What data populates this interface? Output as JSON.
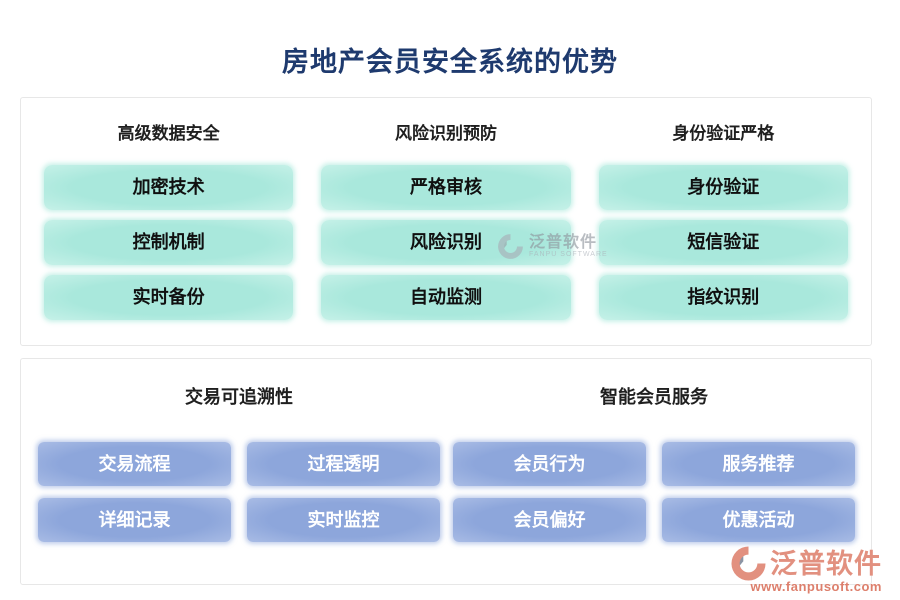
{
  "title": "房地产会员安全系统的优势",
  "top_panel": {
    "columns": [
      {
        "header": "高级数据安全",
        "items": [
          "加密技术",
          "控制机制",
          "实时备份"
        ]
      },
      {
        "header": "风险识别预防",
        "items": [
          "严格审核",
          "风险识别",
          "自动监测"
        ]
      },
      {
        "header": "身份验证严格",
        "items": [
          "身份验证",
          "短信验证",
          "指纹识别"
        ]
      }
    ]
  },
  "bottom_panel": {
    "sections": [
      {
        "header": "交易可追溯性",
        "items": [
          "交易流程",
          "过程透明",
          "详细记录",
          "实时监控"
        ]
      },
      {
        "header": "智能会员服务",
        "items": [
          "会员行为",
          "服务推荐",
          "会员偏好",
          "优惠活动"
        ]
      }
    ]
  },
  "watermark_center": {
    "brand": "泛普软件",
    "sub": "FANPU SOFTWARE"
  },
  "watermark_corner": {
    "brand": "泛普软件",
    "url": "www.fanpusoft.com"
  },
  "colors": {
    "title_navy": "#1e3a6e",
    "teal_button": "#a9e8dc",
    "blue_button": "#8da6db",
    "panel_border": "#e7e7e7",
    "brand_rose": "#e2907f",
    "watermark_gray": "#8f959d"
  }
}
